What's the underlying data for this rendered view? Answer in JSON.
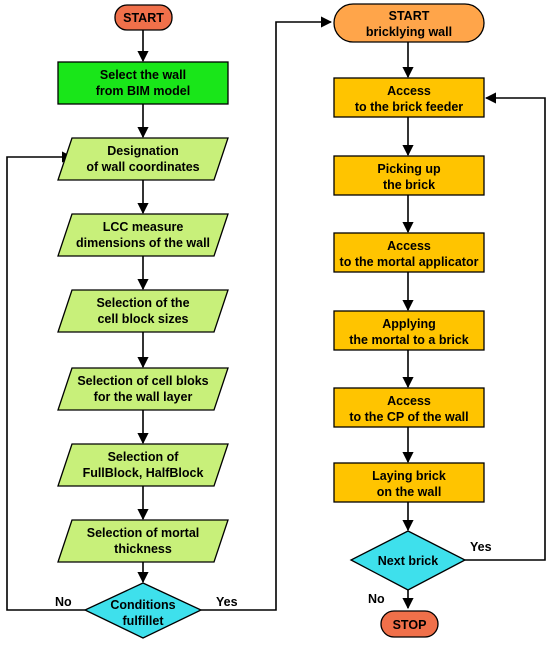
{
  "left_flow": {
    "start": "START",
    "select_wall": [
      "Select the wall",
      "from BIM model"
    ],
    "designation": [
      "Designation",
      "of wall coordinates"
    ],
    "lcc_measure": [
      "LCC measure",
      "dimensions of the wall"
    ],
    "block_sizes": [
      "Selection of the",
      "cell block sizes"
    ],
    "cell_bloks": [
      "Selection of cell bloks",
      "for the wall layer"
    ],
    "full_half": [
      "Selection of",
      "FullBlock, HalfBlock"
    ],
    "mortal_thickness": [
      "Selection of mortal",
      "thickness"
    ],
    "conditions": [
      "Conditions",
      "fulfillet"
    ],
    "no_label": "No",
    "yes_label": "Yes"
  },
  "right_flow": {
    "start": [
      "START",
      "bricklying wall"
    ],
    "feeder": [
      "Access",
      "to the brick feeder"
    ],
    "picking": [
      "Picking up",
      "the brick"
    ],
    "applicator": [
      "Access",
      "to the mortal applicator"
    ],
    "applying": [
      "Applying",
      "the mortal to a brick"
    ],
    "cp": [
      "Access",
      "to the CP of the wall"
    ],
    "laying": [
      "Laying brick",
      "on the wall"
    ],
    "next_brick": "Next brick",
    "yes_label": "Yes",
    "no_label": "No",
    "stop": "STOP"
  },
  "colors": {
    "start_fill": "#f0704a",
    "green_fill": "#19e619",
    "parallelogram_fill": "#c8f07a",
    "diamond_fill": "#3ee0ec",
    "process_fill": "#ffc400",
    "right_start_fill": "#ffa54a"
  }
}
